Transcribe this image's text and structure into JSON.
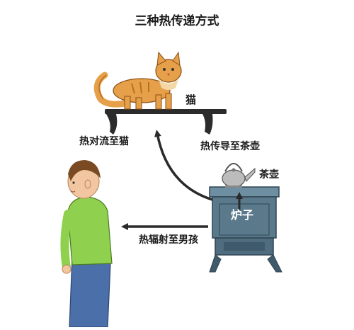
{
  "title": "三种热传递方式",
  "labels": {
    "cat": "猫",
    "convection": "热对流至猫",
    "conduction": "热传导至茶壶",
    "kettle": "茶壶",
    "stove": "炉子",
    "radiation": "热辐射至男孩"
  },
  "colors": {
    "stove": "#5a7a8c",
    "stove_dark": "#3f5a6a",
    "shelf": "#2b2b2b",
    "cat": "#e7a04a",
    "boy_shirt": "#8fd14f",
    "boy_pants": "#4b6fa8",
    "boy_hair": "#7a4a22",
    "kettle": "#bcbcbc",
    "arrow": "#2a2a2a"
  }
}
